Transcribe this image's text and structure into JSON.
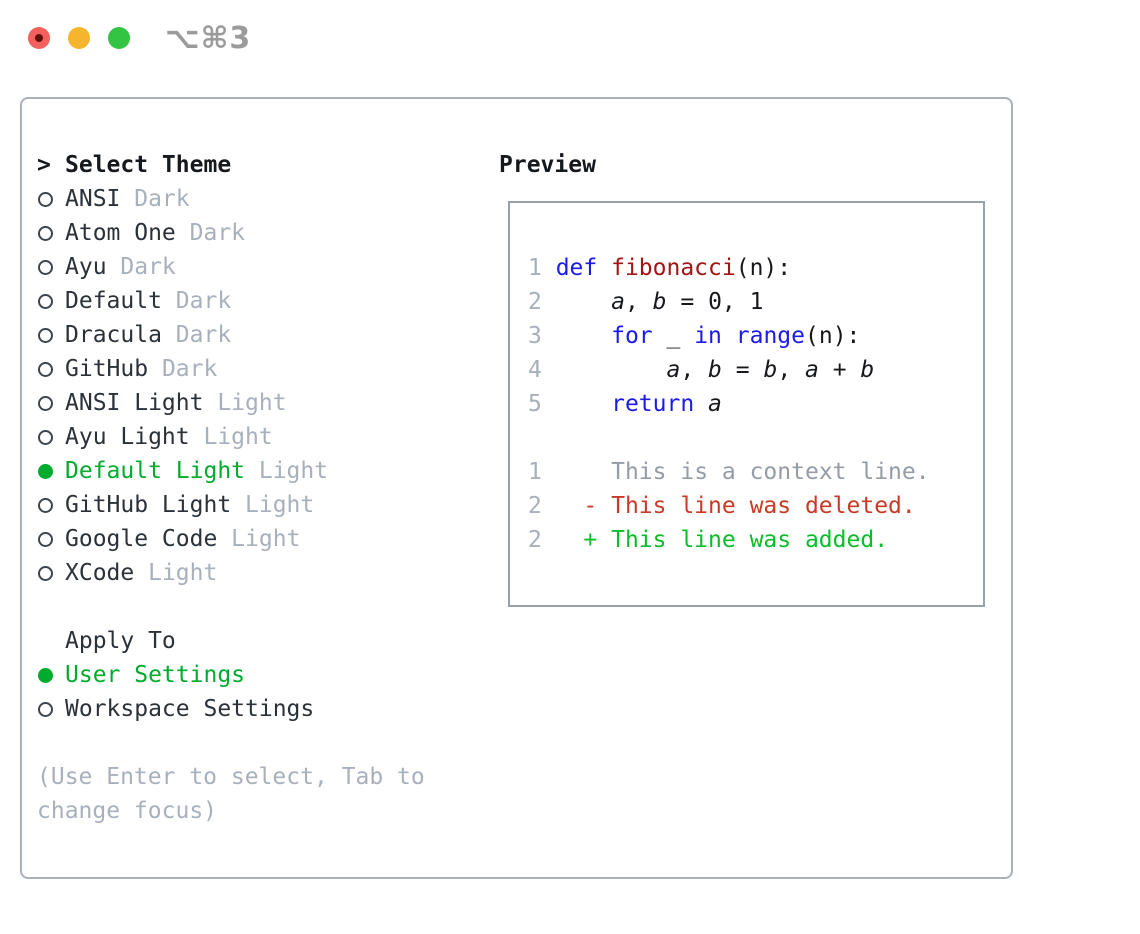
{
  "window": {
    "shortcut": "⌥⌘3",
    "traffic_lights": [
      "close",
      "minimize",
      "zoom"
    ]
  },
  "theme_list": {
    "header_prefix": ">",
    "header": "Select Theme",
    "items": [
      {
        "name": "ANSI",
        "variant": "Dark",
        "selected": false
      },
      {
        "name": "Atom One",
        "variant": "Dark",
        "selected": false
      },
      {
        "name": "Ayu",
        "variant": "Dark",
        "selected": false
      },
      {
        "name": "Default",
        "variant": "Dark",
        "selected": false
      },
      {
        "name": "Dracula",
        "variant": "Dark",
        "selected": false
      },
      {
        "name": "GitHub",
        "variant": "Dark",
        "selected": false
      },
      {
        "name": "ANSI Light",
        "variant": "Light",
        "selected": false
      },
      {
        "name": "Ayu Light",
        "variant": "Light",
        "selected": false
      },
      {
        "name": "Default Light",
        "variant": "Light",
        "selected": true
      },
      {
        "name": "GitHub Light",
        "variant": "Light",
        "selected": false
      },
      {
        "name": "Google Code",
        "variant": "Light",
        "selected": false
      },
      {
        "name": "XCode",
        "variant": "Light",
        "selected": false
      }
    ]
  },
  "apply_to": {
    "header": "Apply To",
    "options": [
      {
        "name": "User Settings",
        "selected": true
      },
      {
        "name": "Workspace Settings",
        "selected": false
      }
    ]
  },
  "hint": "(Use Enter to select, Tab to change focus)",
  "preview": {
    "header": "Preview",
    "lines": [
      {
        "tokens": [
          [
            "1 ",
            "ln"
          ],
          [
            "def ",
            "kw"
          ],
          [
            "fibonacci",
            "fn"
          ],
          [
            "(n):",
            "pl"
          ]
        ]
      },
      {
        "tokens": [
          [
            "2 ",
            "ln"
          ],
          [
            "    ",
            "pl"
          ],
          [
            "a",
            "var"
          ],
          [
            ", ",
            "pl"
          ],
          [
            "b",
            "var"
          ],
          [
            " = ",
            "pl"
          ],
          [
            "0, 1",
            "pl"
          ]
        ]
      },
      {
        "tokens": [
          [
            "3 ",
            "ln"
          ],
          [
            "    ",
            "pl"
          ],
          [
            "for",
            "kw"
          ],
          [
            " _ ",
            "pl"
          ],
          [
            "in",
            "kw"
          ],
          [
            " ",
            "pl"
          ],
          [
            "range",
            "kw"
          ],
          [
            "(n):",
            "pl"
          ]
        ]
      },
      {
        "tokens": [
          [
            "4 ",
            "ln"
          ],
          [
            "        ",
            "pl"
          ],
          [
            "a",
            "var"
          ],
          [
            ", ",
            "pl"
          ],
          [
            "b",
            "var"
          ],
          [
            " = ",
            "pl"
          ],
          [
            "b",
            "var"
          ],
          [
            ", ",
            "pl"
          ],
          [
            "a",
            "var"
          ],
          [
            " + ",
            "pl"
          ],
          [
            "b",
            "var"
          ]
        ]
      },
      {
        "tokens": [
          [
            "5 ",
            "ln"
          ],
          [
            "    ",
            "pl"
          ],
          [
            "return",
            "kw"
          ],
          [
            " ",
            "pl"
          ],
          [
            "a",
            "var"
          ]
        ]
      },
      {
        "tokens": []
      },
      {
        "tokens": [
          [
            "1",
            "ln"
          ],
          [
            "     ",
            "pl"
          ],
          [
            "This is a context line.",
            "ctx"
          ]
        ]
      },
      {
        "tokens": [
          [
            "2",
            "ln"
          ],
          [
            "   ",
            "pl"
          ],
          [
            "- This line was deleted.",
            "del"
          ]
        ]
      },
      {
        "tokens": [
          [
            "2",
            "ln"
          ],
          [
            "   ",
            "pl"
          ],
          [
            "+ This line was added.",
            "add"
          ]
        ]
      }
    ]
  },
  "colors": {
    "selected_green": "#00ab2e",
    "added_green": "#0abd2b",
    "deleted_red": "#c93a27",
    "keyword_blue": "#1b1ae8",
    "function_red": "#a31515",
    "muted_gray": "#a8b0bc",
    "context_gray": "#949ca6",
    "panel_border": "#a9b1ba",
    "traffic_red": "#f4605c",
    "traffic_yellow": "#f5b52f",
    "traffic_green": "#33c444"
  }
}
